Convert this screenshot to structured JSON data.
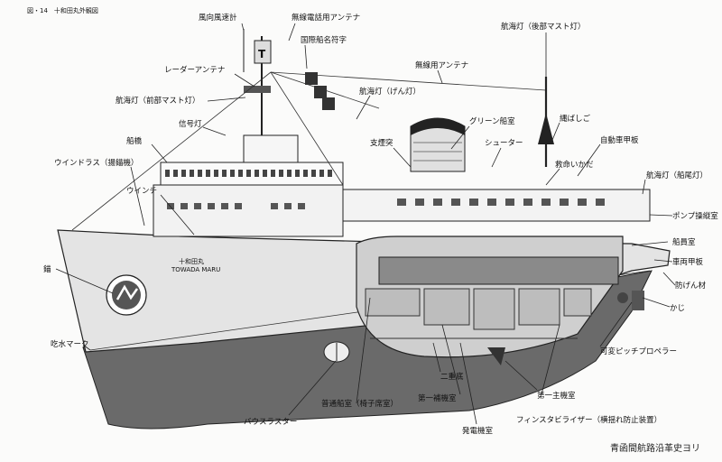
{
  "figure": {
    "header": "図・14　十和田丸外観図",
    "credit": "青函間航路沿革史ヨリ"
  },
  "ship": {
    "name_jp": "十和田丸",
    "name_en": "TOWADA MARU"
  },
  "labels": {
    "wind": "風向風速計",
    "radiotel": "無線電話用アンテナ",
    "callsign": "国際船名符字",
    "mast_light_aft": "航海灯（後部マスト灯）",
    "radar": "レーダーアンテナ",
    "radio_ant": "無線用アンテナ",
    "mast_light_fore": "航海灯（前部マスト灯）",
    "side_light": "航海灯（げん灯）",
    "green_deck": "グリーン船室",
    "ladder": "縄ばしご",
    "signal": "信号灯",
    "bridge": "船橋",
    "funnel": "支煙突",
    "chute": "シューター",
    "car_deck": "自動車甲板",
    "lifeboat": "救命いかだ",
    "stern_light": "航海灯（船尾灯）",
    "windlass": "ウインドラス（揚錨機）",
    "winch": "ウインチ",
    "pump": "ポンプ操縦室",
    "crew": "船員室",
    "rail_deck": "車両甲板",
    "fender": "防げん材",
    "anchor": "錨",
    "rudder": "かじ",
    "draft": "吃水マーク",
    "cpp": "可変ピッチプロペラー",
    "double_bottom": "二重底",
    "stab": "フィンスタビライザー（横揺れ防止装置）",
    "engine1": "第一主機室",
    "aux1": "第一補機室",
    "ordinary": "普通船室（椅子席室）",
    "generator": "発電機室",
    "bow_thruster": "バウスラスター"
  }
}
